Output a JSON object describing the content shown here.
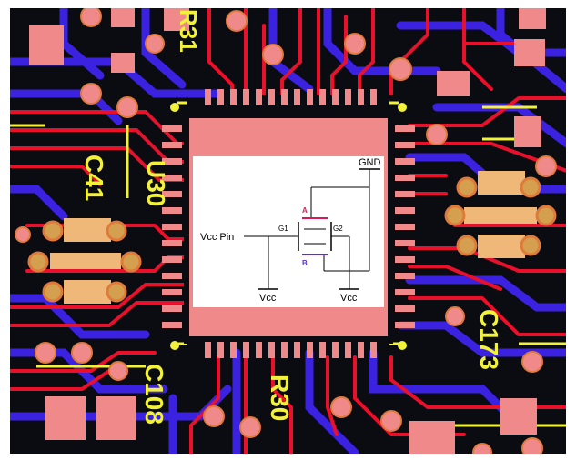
{
  "colors": {
    "board": "#0b0b12",
    "trace_red": "#e8102a",
    "trace_blue": "#3a22e0",
    "pad": "#f08a8a",
    "pad_ring": "#e07a3a",
    "silk": "#f2f23a",
    "mosfet_a": "#d81b55",
    "mosfet_b": "#5a2fd8",
    "schematic_bg": "#ffffff"
  },
  "silkscreen": {
    "u30": "U30",
    "c41": "C41",
    "r31": "R31",
    "c108": "C108",
    "r30": "R30",
    "c173": "C173"
  },
  "schematic": {
    "gnd_label": "GND",
    "vcc_pin_label": "Vcc Pin",
    "g1_label": "G1",
    "g2_label": "G2",
    "a_label": "A",
    "b_label": "B",
    "vcc_left_label": "Vcc",
    "vcc_right_label": "Vcc"
  }
}
